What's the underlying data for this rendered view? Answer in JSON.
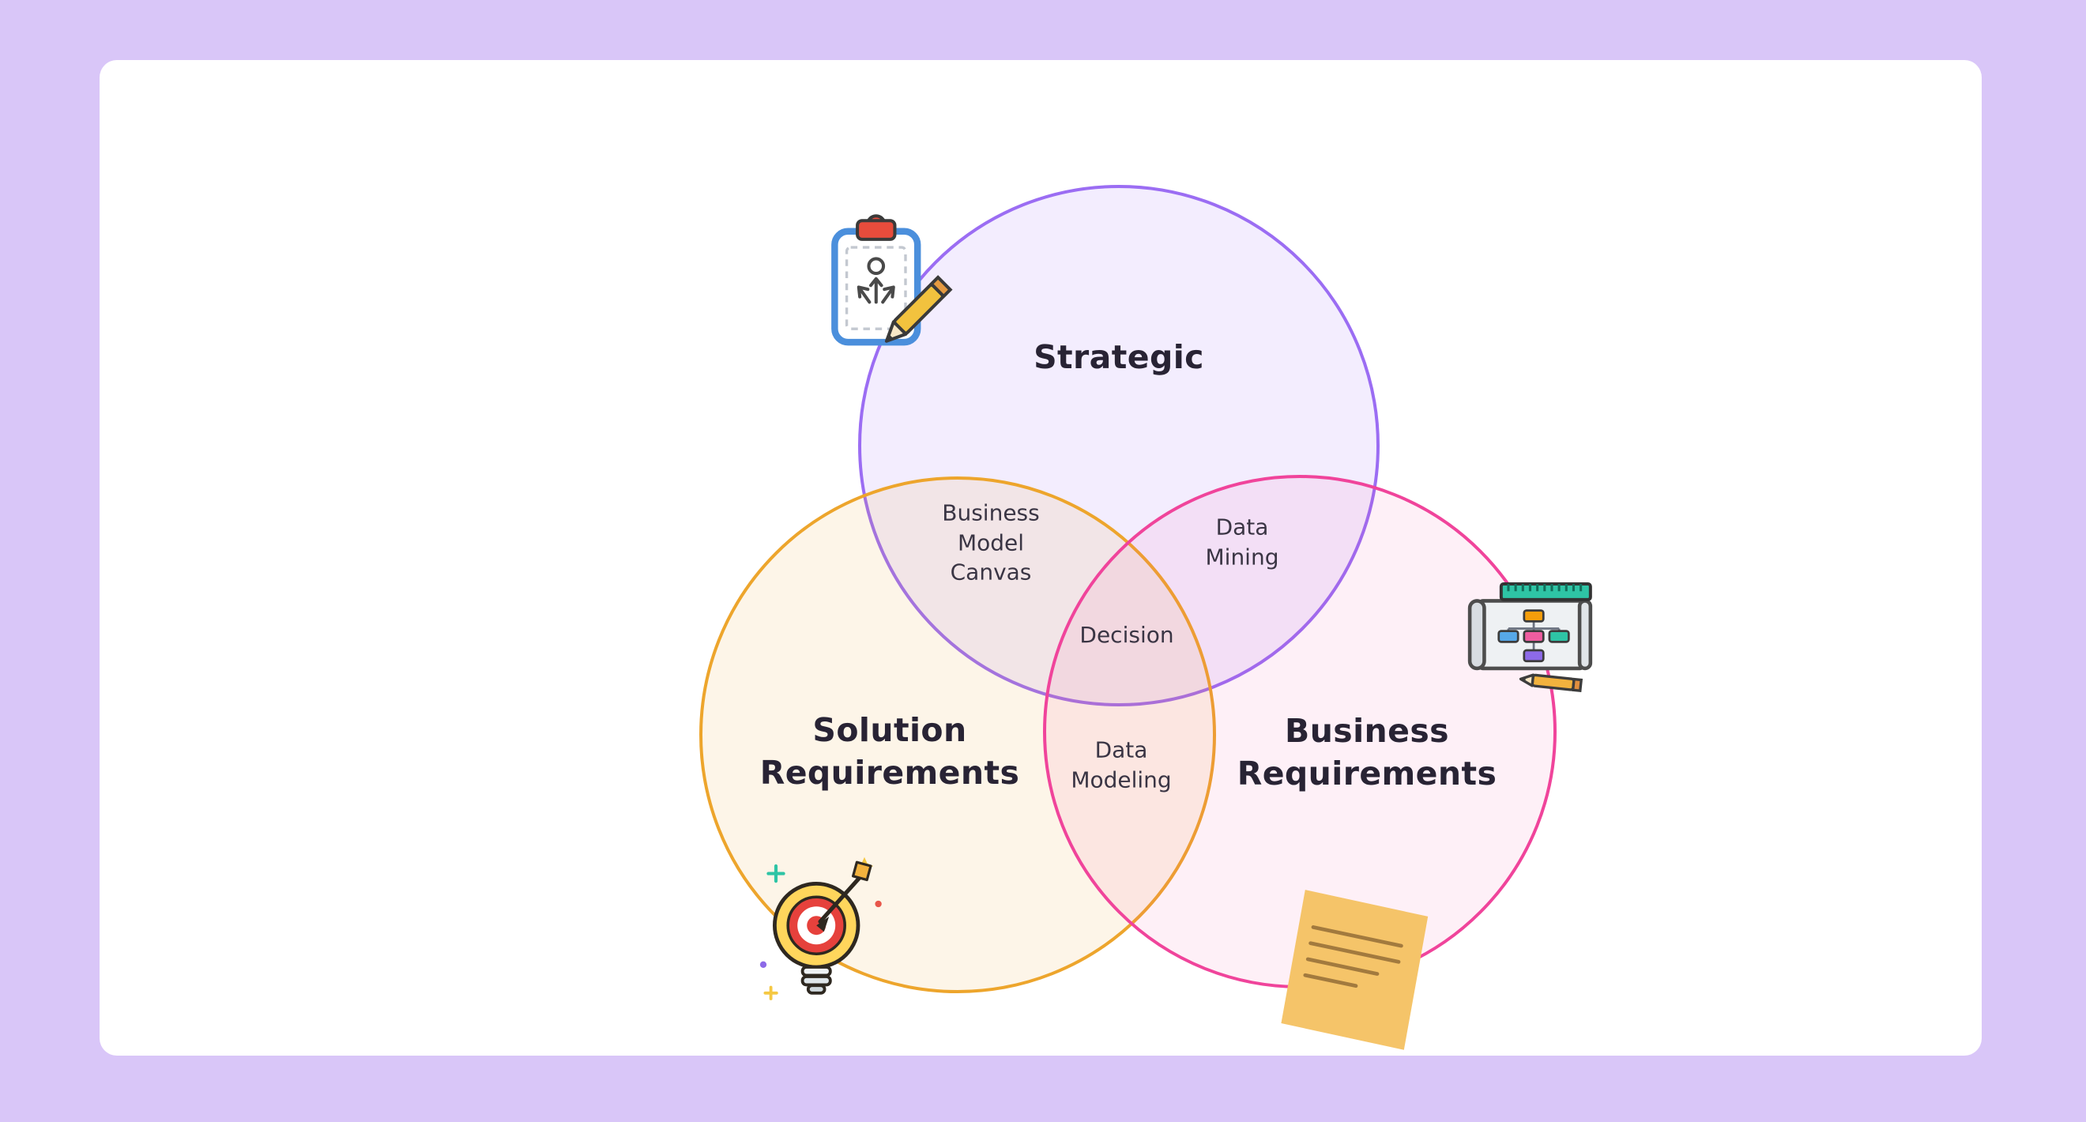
{
  "page": {
    "background_color": "#d9c6f8",
    "card_color": "#ffffff"
  },
  "diagram": {
    "type": "venn",
    "sets": [
      {
        "id": "strategic",
        "label": "Strategic",
        "stroke_color": "#9b6df3"
      },
      {
        "id": "solution-requirements",
        "label": "Solution Requirements",
        "stroke_color": "#eda52c"
      },
      {
        "id": "business-requirements",
        "label": "Business Requirements",
        "stroke_color": "#f0449b"
      }
    ],
    "overlaps": {
      "strategic_solution": "Business Model Canvas",
      "strategic_business": "Data Mining",
      "solution_business": "Data Modeling",
      "all_three": "Decision"
    },
    "icons": [
      {
        "name": "clipboard-strategy-icon"
      },
      {
        "name": "flowchart-blueprint-icon"
      },
      {
        "name": "target-lightbulb-icon"
      },
      {
        "name": "sticky-note-icon"
      }
    ]
  }
}
